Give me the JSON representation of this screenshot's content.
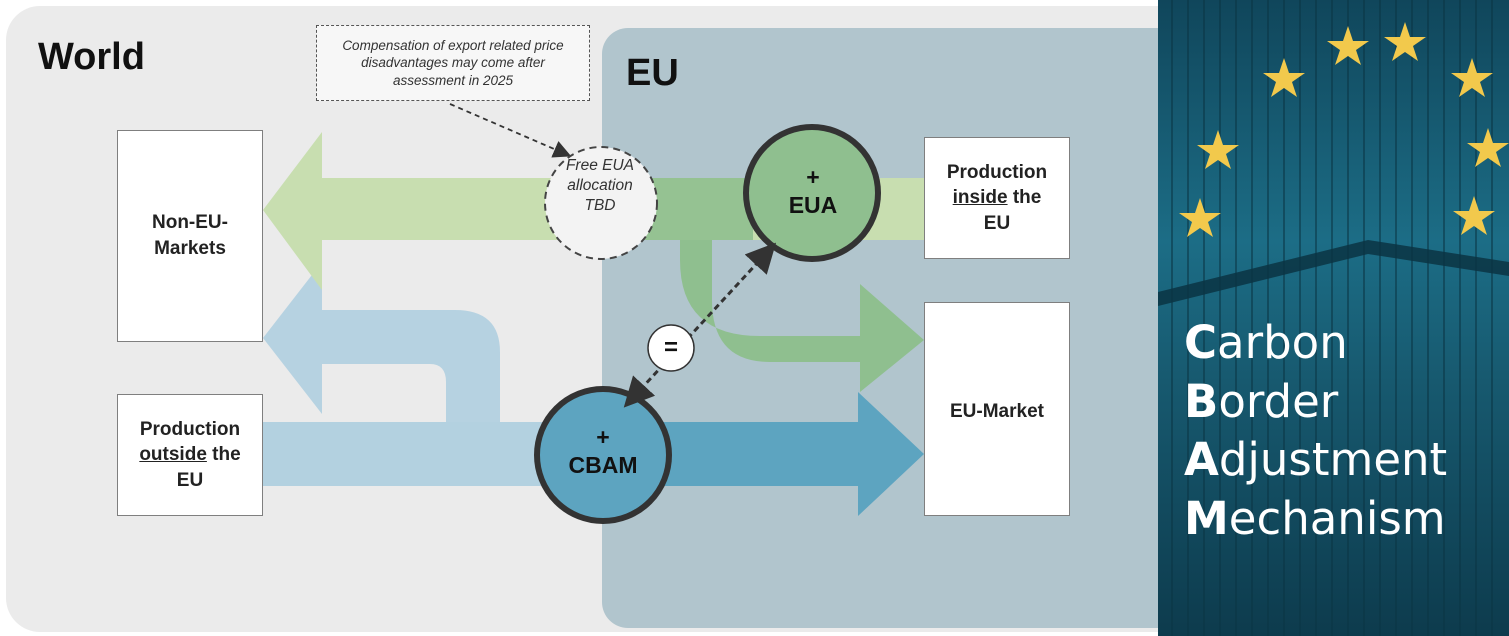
{
  "world": {
    "title": "World"
  },
  "eu": {
    "title": "EU"
  },
  "boxes": {
    "non_eu_markets": "Non-EU-\nMarkets",
    "production_outside": {
      "line1": "Production",
      "underlined": "outside",
      "rest": " the",
      "line3": "EU"
    },
    "production_inside": {
      "line1": "Production",
      "underlined": "inside",
      "rest": " the",
      "line3": "EU"
    },
    "eu_market": "EU-Market"
  },
  "note": "Compensation of export related price disadvantages may come after assessment in 2025",
  "free_eua": {
    "line1": "Free EUA",
    "line2": "allocation",
    "line3": "TBD"
  },
  "circles": {
    "eua": {
      "plus": "+",
      "label": "EUA"
    },
    "cbam": {
      "plus": "+",
      "label": "CBAM"
    },
    "equals": "="
  },
  "panel": {
    "lines": [
      {
        "first": "C",
        "rest": "arbon"
      },
      {
        "first": "B",
        "rest": "order"
      },
      {
        "first": "A",
        "rest": "djustment"
      },
      {
        "first": "M",
        "rest": "echanism"
      }
    ]
  },
  "colors": {
    "world_bg": "#ebebeb",
    "eu_bg": "#b1c5cd",
    "green_light": "#c8deb0",
    "green": "#8fbf8f",
    "blue_light": "#b3d1e0",
    "blue": "#5da4c0",
    "circle_border": "#333333",
    "panel_bg": "#16607a",
    "star": "#f2c94c"
  }
}
